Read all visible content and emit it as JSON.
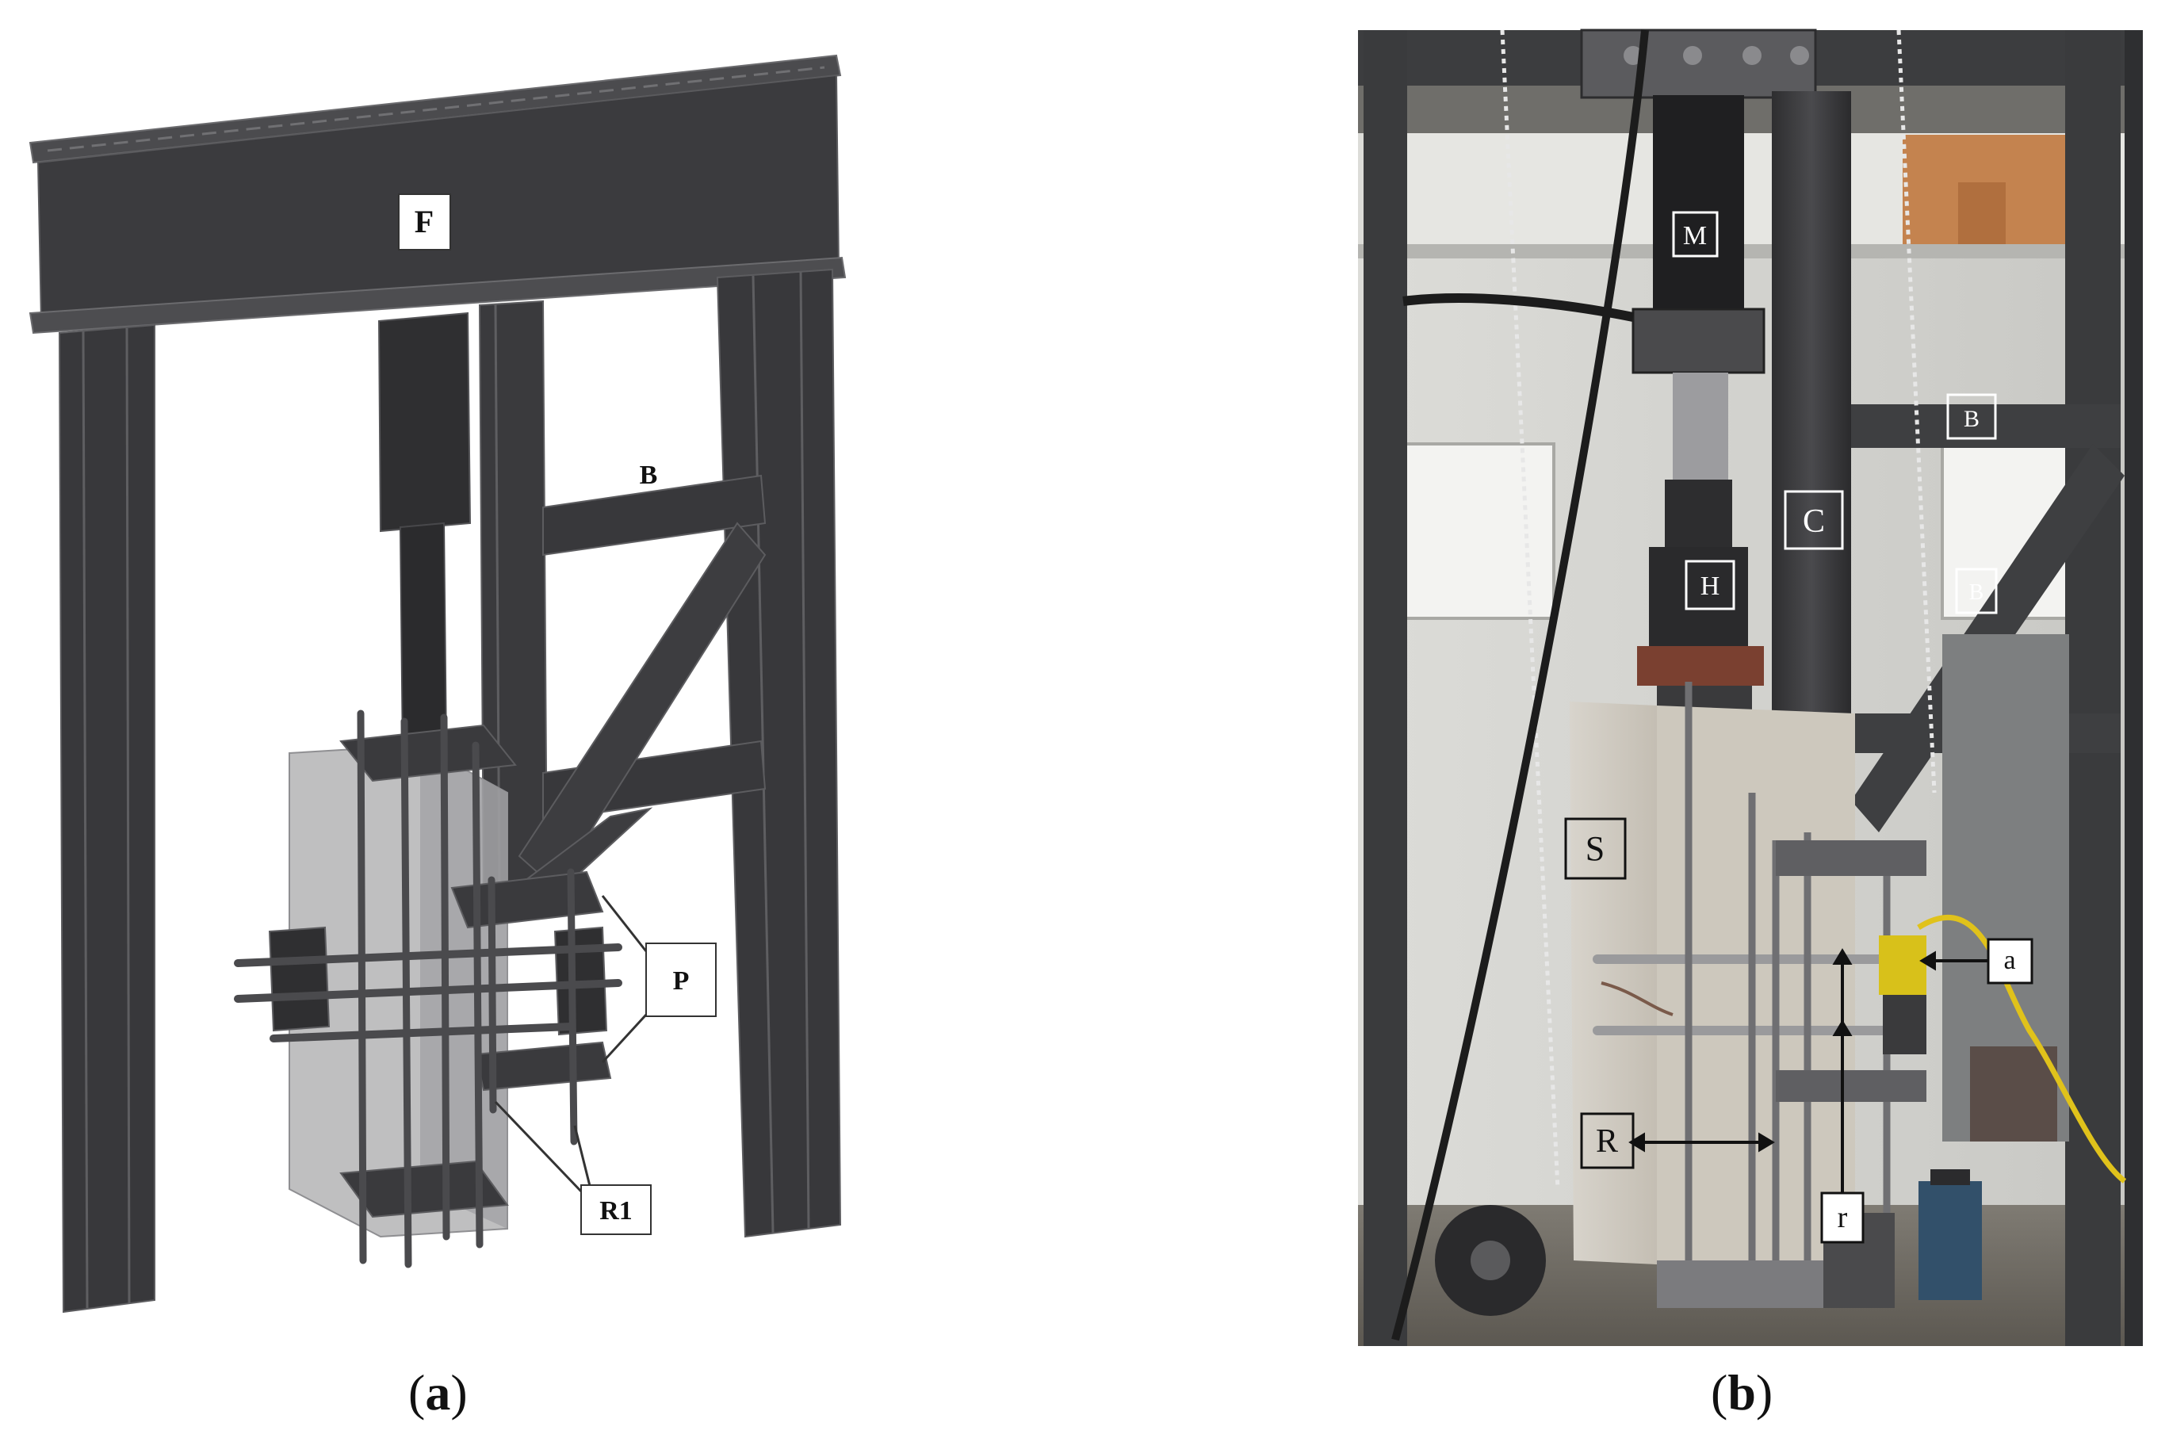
{
  "panel_a": {
    "caption_label": "a",
    "labels": {
      "frame": "F",
      "beam": "B",
      "plates": "P",
      "rods": "R1"
    }
  },
  "panel_b": {
    "caption_label": "b",
    "labels": {
      "motor": "M",
      "column": "C",
      "beam_upper": "B",
      "beam_diagonal": "B",
      "head": "H",
      "specimen": "S",
      "rods": "R",
      "support": "r",
      "anchor": "a"
    }
  },
  "colors": {
    "steel": "#3a3a3c",
    "steel_light": "#56565a",
    "concrete_ghost": "#a9a9ab",
    "label_box": "#ffffff",
    "label_border": "#333333"
  }
}
